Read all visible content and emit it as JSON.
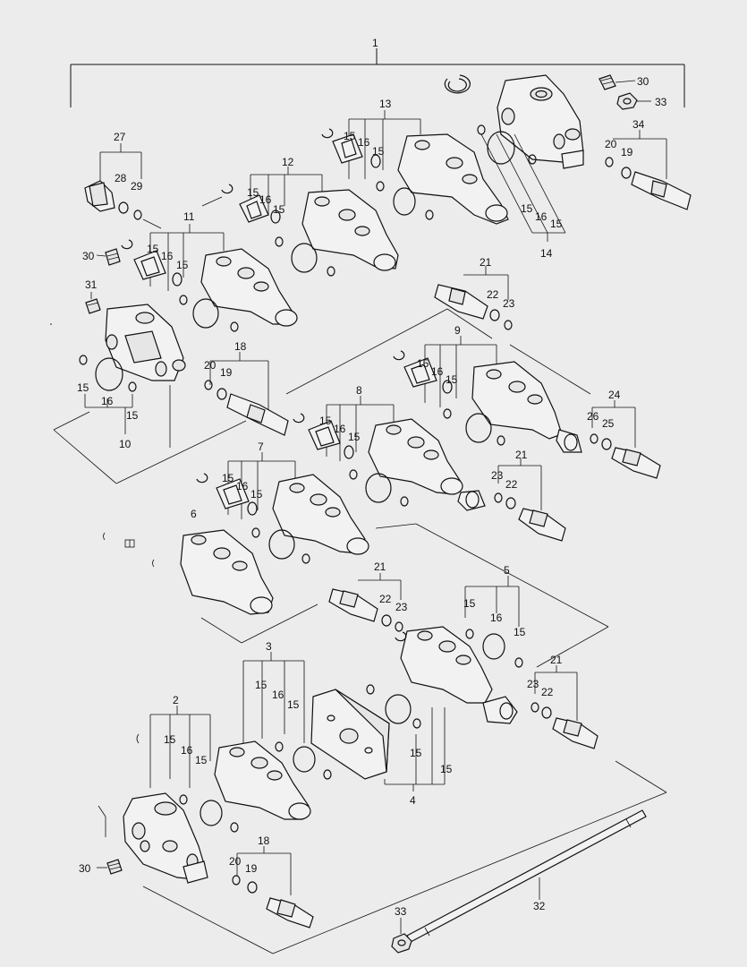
{
  "labels": {
    "p1": "1",
    "p2": "2",
    "p3": "3",
    "p4": "4",
    "p5": "5",
    "p6": "6",
    "p7": "7",
    "p8": "8",
    "p9": "9",
    "p10": "10",
    "p11": "11",
    "p12": "12",
    "p13": "13",
    "p14": "14",
    "p15": "15",
    "p16": "16",
    "p18": "18",
    "p19": "19",
    "p20": "20",
    "p21": "21",
    "p22": "22",
    "p23": "23",
    "p24": "24",
    "p25": "25",
    "p26": "26",
    "p27": "27",
    "p28": "28",
    "p29": "29",
    "p30": "30",
    "p31": "31",
    "p32": "32",
    "p33": "33",
    "p34": "34"
  }
}
